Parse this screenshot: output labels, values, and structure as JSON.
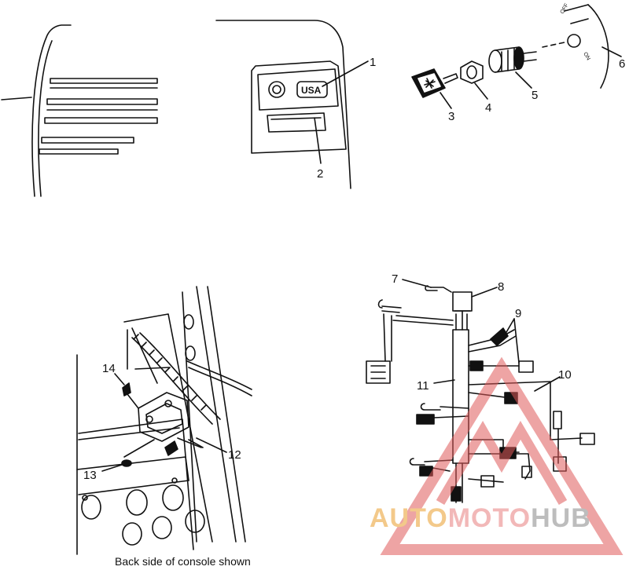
{
  "callouts": {
    "c1": "1",
    "c2": "2",
    "c3": "3",
    "c4": "4",
    "c5": "5",
    "c6": "6",
    "c7": "7",
    "c8": "8",
    "c9": "9",
    "c10": "10",
    "c11": "11",
    "c12": "12",
    "c13": "13",
    "c14": "14"
  },
  "panel_badge": "USA",
  "switch_labels": {
    "off": "OFF",
    "on": "ON"
  },
  "caption": "Back side of console shown",
  "watermark": {
    "part1": "AUTO",
    "part2": "MOTO",
    "part3": "HUB"
  },
  "colors": {
    "line": "#111111",
    "watermark_red": "#e05a5a",
    "watermark_gold": "#f0b460",
    "watermark_gray": "#b0b0b0"
  }
}
